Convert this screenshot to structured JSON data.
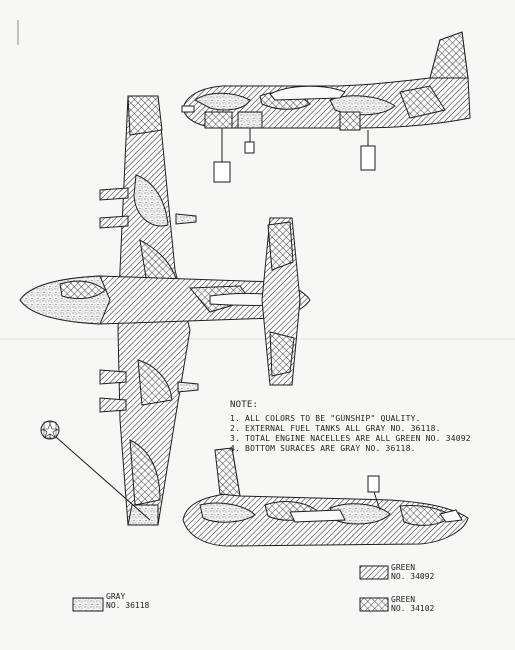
{
  "note": {
    "title": "NOTE:",
    "lines": [
      "1.  ALL COLORS TO BE \"GUNSHIP\" QUALITY.",
      "2.  EXTERNAL FUEL TANKS ALL GRAY NO. 36118.",
      "3.  TOTAL ENGINE NACELLES ARE ALL GREEN NO. 34092",
      "4.  BOTTOM SURACES ARE GRAY NO. 36118."
    ]
  },
  "legend": {
    "gray": {
      "line1": "GRAY",
      "line2": "NO. 36118"
    },
    "green1": {
      "line1": "GREEN",
      "line2": "NO. 34092"
    },
    "green2": {
      "line1": "GREEN",
      "line2": "NO. 34102"
    }
  },
  "colors": {
    "ink": "#1e1e1e",
    "paper": "#f7f7f5"
  },
  "patterns": [
    "stipple-gray",
    "diagonal-hatch-green",
    "crosshatch-green"
  ]
}
